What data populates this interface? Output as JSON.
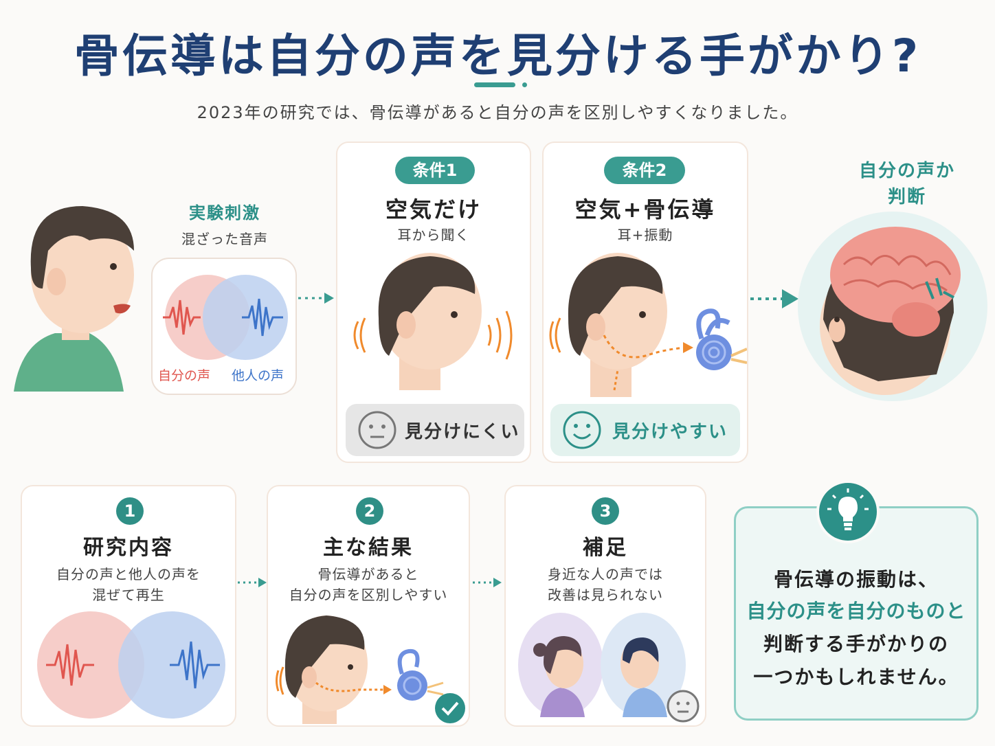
{
  "title": "骨伝導は自分の声を見分ける手がかり?",
  "subtitle": "2023年の研究では、骨伝導があると自分の声を区別しやすくなりました。",
  "stimulus": {
    "heading": "実験刺激",
    "sub": "混ざった音声",
    "own_label": "自分の声",
    "other_label": "他人の声"
  },
  "condition1": {
    "badge": "条件1",
    "title": "空気だけ",
    "sub": "耳から聞く",
    "result": "見分けにくい"
  },
  "condition2": {
    "badge": "条件2",
    "title": "空気+骨伝導",
    "sub": "耳+振動",
    "result": "見分けやすい"
  },
  "judgement": {
    "line1": "自分の声か",
    "line2": "判断"
  },
  "steps": [
    {
      "num": "1",
      "title": "研究内容",
      "line1": "自分の声と他人の声を",
      "line2": "混ぜて再生"
    },
    {
      "num": "2",
      "title": "主な結果",
      "line1": "骨伝導があると",
      "line2": "自分の声を区別しやすい"
    },
    {
      "num": "3",
      "title": "補足",
      "line1": "身近な人の声では",
      "line2": "改善は見られない"
    }
  ],
  "conclusion": {
    "line1": "骨伝導の振動は、",
    "line2": "自分の声を自分のものと",
    "line3": "判断する手がかりの",
    "line4": "一つかもしれません。"
  },
  "colors": {
    "title": "#1f3f73",
    "accent": "#3a9c91",
    "own_voice": "#e0564f",
    "other_voice": "#3d74c9",
    "vibration": "#f08a2c"
  },
  "icons": [
    "neutral-face-icon",
    "smile-face-icon",
    "check-icon",
    "lightbulb-icon",
    "brain-icon",
    "cochlea-icon"
  ]
}
